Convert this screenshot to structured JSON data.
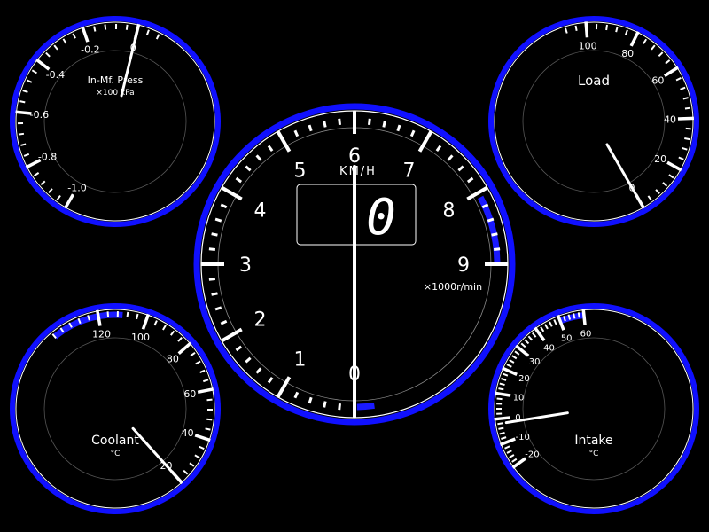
{
  "colors": {
    "ring": "#1010ff",
    "accent": "#1a1aff",
    "tick": "#ffffff",
    "needle": "#ffffff",
    "background": "#000000"
  },
  "gauges": [
    {
      "id": "manifold",
      "label": "In-Mf. Press",
      "unit": "×100 kPa",
      "min": -1.0,
      "max": 0.1,
      "value": 0.0,
      "major_ticks": [
        -1.0,
        -0.8,
        -0.6,
        -0.4,
        -0.2,
        0
      ],
      "tick_labels": [
        "-1.0",
        "-0.8",
        "-0.6",
        "-0.4",
        "-0.2",
        "0"
      ],
      "redzone": null
    },
    {
      "id": "load",
      "label": "Load",
      "unit": "",
      "min": 0,
      "max": 110,
      "value": 0,
      "major_ticks": [
        0,
        20,
        40,
        60,
        80,
        100
      ],
      "tick_labels": [
        "0",
        "20",
        "40",
        "60",
        "80",
        "100"
      ],
      "redzone": null
    },
    {
      "id": "coolant",
      "label": "Coolant",
      "unit": "°C",
      "min": 20,
      "max": 140,
      "value": 20,
      "major_ticks": [
        20,
        40,
        60,
        80,
        100,
        120
      ],
      "tick_labels": [
        "20",
        "40",
        "60",
        "80",
        "100",
        "120"
      ],
      "redzone": [
        110,
        140
      ]
    },
    {
      "id": "intake",
      "label": "Intake",
      "unit": "°C",
      "min": -20,
      "max": 60,
      "value": -2,
      "major_ticks": [
        -20,
        -10,
        0,
        10,
        20,
        30,
        40,
        50,
        60
      ],
      "tick_labels": [
        "-20",
        "-10",
        "0",
        "10",
        "20",
        "30",
        "40",
        "50",
        "60"
      ],
      "redzone": [
        50,
        60
      ]
    }
  ],
  "tacho": {
    "unit": "×1000r/min",
    "min": 0,
    "max": 9,
    "value": 0,
    "major_ticks": [
      0,
      1,
      2,
      3,
      4,
      5,
      6,
      7,
      8,
      9
    ],
    "tick_labels": [
      "0",
      "1",
      "2",
      "3",
      "4",
      "5",
      "6",
      "7",
      "8",
      "9"
    ],
    "redzone": [
      8,
      9
    ],
    "speed_unit": "KM/H",
    "speed_value": "0"
  }
}
